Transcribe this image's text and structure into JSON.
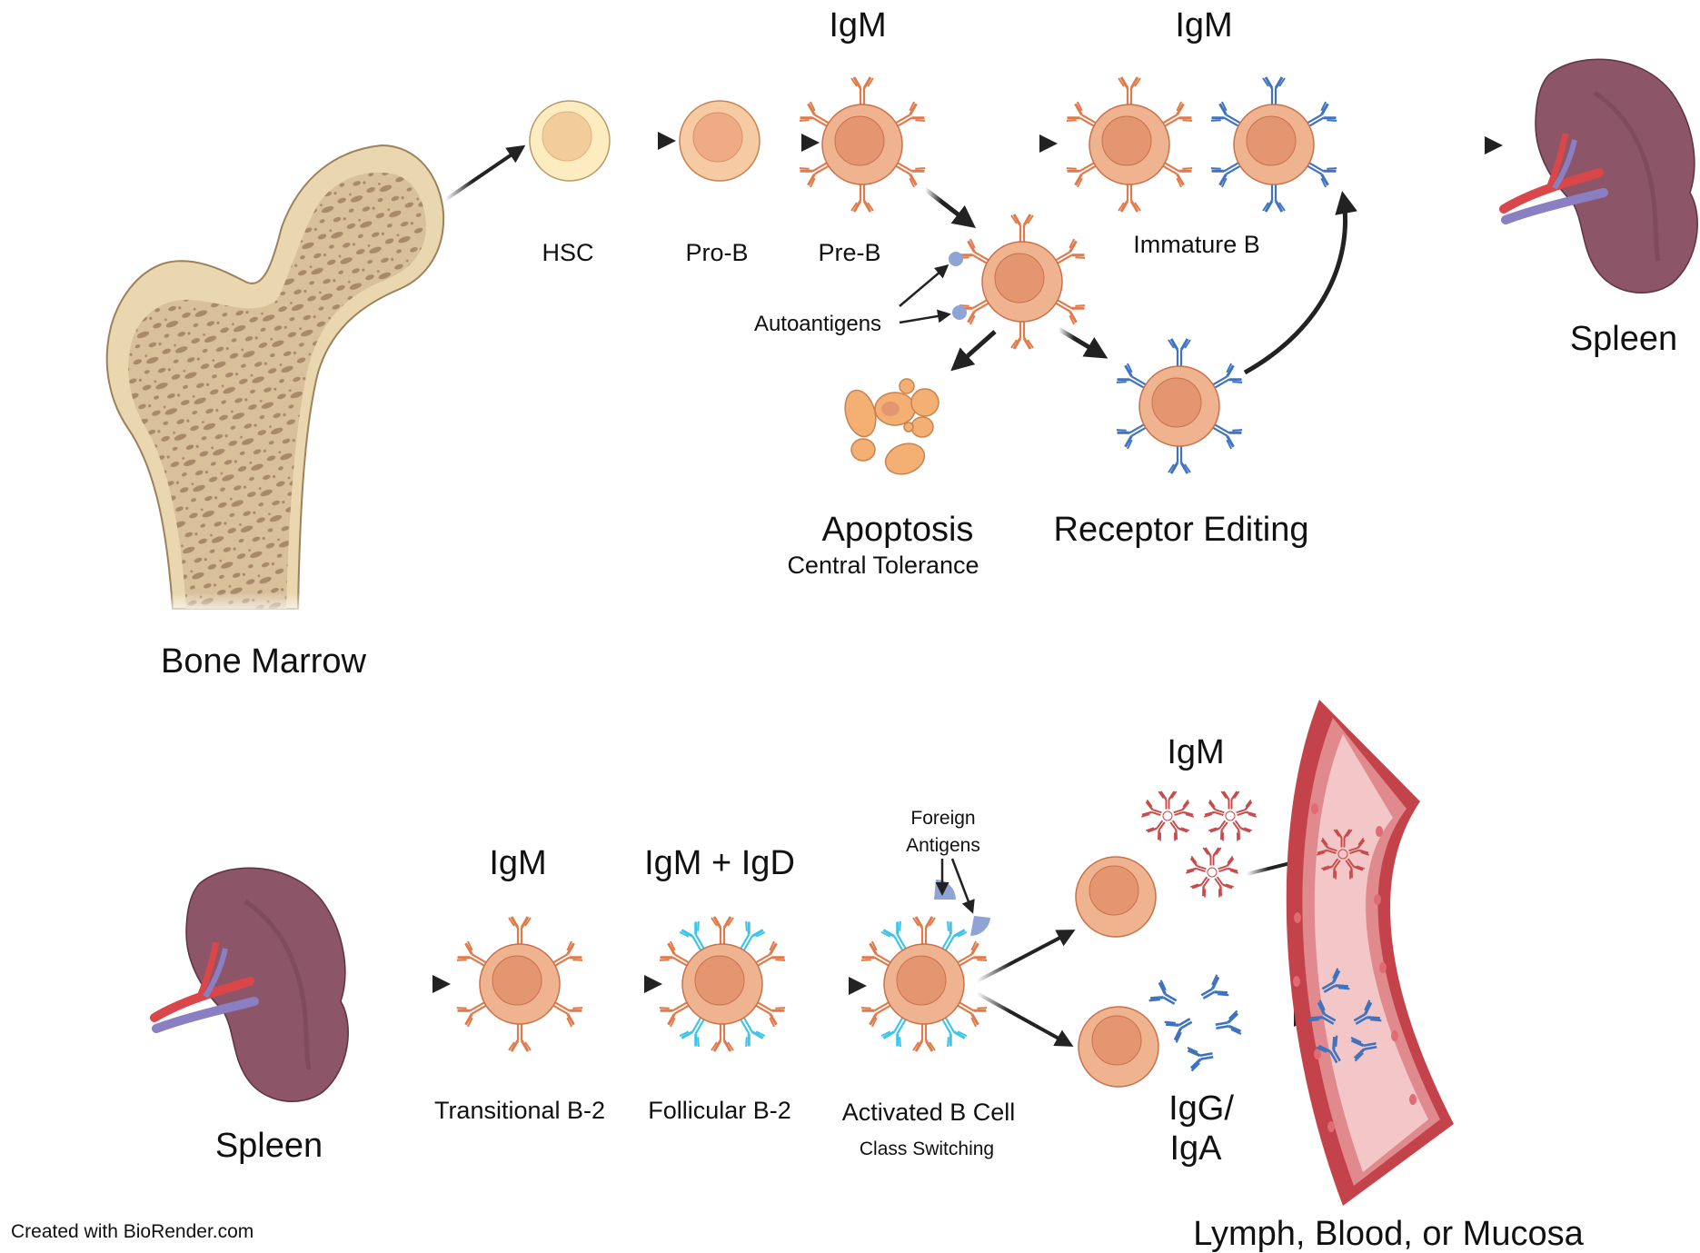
{
  "credit": "Created with BioRender.com",
  "colors": {
    "arrow": "#222222",
    "cell_outer": "#efb38f",
    "cell_nucleus": "#e39670",
    "cell_stroke": "#c9714a",
    "hsc_outer": "#fcecc0",
    "hsc_nucleus": "#f3cc9b",
    "prob_outer": "#f6caa2",
    "prob_nucleus": "#eeab85",
    "igm_receptor": "#e07a4a",
    "edited_receptor": "#3f73c0",
    "igd_receptor": "#3ec3ea",
    "antigen": "#8fa3d6",
    "bone_outer": "#ead7b0",
    "bone_inner": "#d8c09a",
    "bone_spot": "#a88a6a",
    "spleen": "#8c5568",
    "artery": "#d9474a",
    "vein": "#8a7fc2",
    "vessel_wall": "#c4424a",
    "vessel_lumen": "#f3c7c8",
    "apoptotic": "#f4b073",
    "igm_pentamer": "#c94a4a",
    "igg_iga": "#3f73c0"
  },
  "top": {
    "organs": {
      "bone_marrow": "Bone Marrow",
      "spleen": "Spleen"
    },
    "stage_labels": {
      "hsc": "HSC",
      "pro_b": "Pro-B",
      "pre_b": "Pre-B",
      "immature_b": "Immature B"
    },
    "isotype_labels": {
      "pre_b": "IgM",
      "immature_b": "IgM"
    },
    "autoantigens": "Autoantigens",
    "outcomes": {
      "apoptosis": "Apoptosis",
      "apoptosis_sub": "Central Tolerance",
      "receptor_editing": "Receptor Editing"
    }
  },
  "bottom": {
    "organs": {
      "spleen": "Spleen",
      "destination": "Lymph, Blood, or Mucosa"
    },
    "stage_labels": {
      "transitional": "Transitional B-2",
      "follicular": "Follicular B-2",
      "activated": "Activated B Cell",
      "activated_sub": "Class Switching"
    },
    "isotype_labels": {
      "transitional": "IgM",
      "follicular": "IgM + IgD",
      "secreted_igm": "IgM",
      "secreted_igg_line1": "IgG/",
      "secreted_igg_line2": "IgA"
    },
    "foreign_antigens_line1": "Foreign",
    "foreign_antigens_line2": "Antigens"
  }
}
